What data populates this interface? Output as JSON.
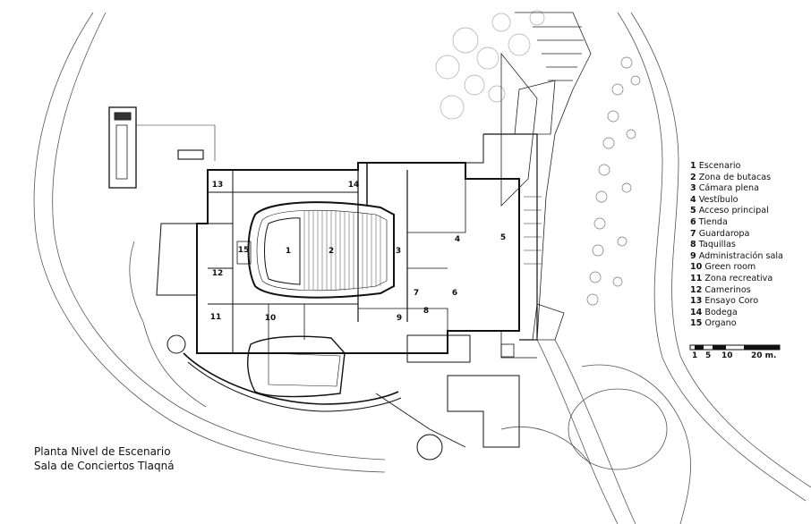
{
  "legend": [
    {
      "num": "1",
      "label": "Escenario"
    },
    {
      "num": "2",
      "label": "Zona de butacas"
    },
    {
      "num": "3",
      "label": "Cámara plena"
    },
    {
      "num": "4",
      "label": "Vestíbulo"
    },
    {
      "num": "5",
      "label": "Acceso principal"
    },
    {
      "num": "6",
      "label": "Tienda"
    },
    {
      "num": "7",
      "label": "Guardaropa"
    },
    {
      "num": "8",
      "label": "Taquillas"
    },
    {
      "num": "9",
      "label": "Administración sala"
    },
    {
      "num": "10",
      "label": "Green room"
    },
    {
      "num": "11",
      "label": "Zona recreativa"
    },
    {
      "num": "12",
      "label": "Camerinos"
    },
    {
      "num": "13",
      "label": "Ensayo Coro"
    },
    {
      "num": "14",
      "label": "Bodega"
    },
    {
      "num": "15",
      "label": "Organo"
    }
  ],
  "scale": {
    "ticks": [
      "1",
      "5",
      "10",
      "20 m."
    ]
  },
  "caption": {
    "line1": "Planta Nivel de Escenario",
    "line2": "Sala de Conciertos Tlaqná"
  },
  "plan_labels": {
    "l1": "1",
    "l2": "2",
    "l3": "3",
    "l4": "4",
    "l5": "5",
    "l6": "6",
    "l7": "7",
    "l8": "8",
    "l9": "9",
    "l10": "10",
    "l11": "11",
    "l12": "12",
    "l13": "13",
    "l14": "14",
    "l15": "15"
  }
}
